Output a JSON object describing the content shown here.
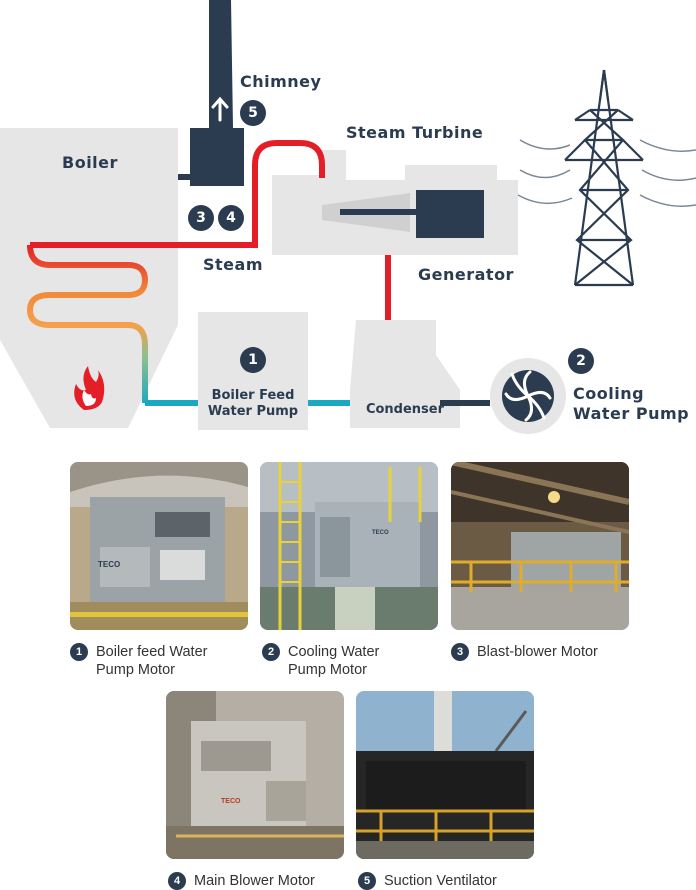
{
  "diagram": {
    "labels": {
      "chimney": "Chimney",
      "boiler": "Boiler",
      "steam_turbine": "Steam Turbine",
      "steam": "Steam",
      "generator": "Generator",
      "boiler_feed_water_pump": "Boiler Feed\nWater Pump",
      "condenser": "Condenser",
      "cooling_water_pump": "Cooling\nWater Pump"
    },
    "badges": {
      "chimney": "5",
      "steam_3": "3",
      "steam_4": "4",
      "boiler_feed": "1",
      "cooling": "2"
    },
    "colors": {
      "navy": "#2b3c51",
      "grey": "#e6e6e6",
      "red": "#e41e26",
      "teal": "#1ba8c1",
      "orange": "#f08a3c",
      "green": "#8cc08e"
    }
  },
  "photos": [
    {
      "number": "1",
      "caption": "Boiler feed Water\nPump Motor",
      "icon": "motor-photo"
    },
    {
      "number": "2",
      "caption": "Cooling Water\nPump Motor",
      "icon": "motor-photo"
    },
    {
      "number": "3",
      "caption": "Blast-blower Motor",
      "icon": "motor-photo"
    },
    {
      "number": "4",
      "caption": "Main Blower Motor",
      "icon": "motor-photo"
    },
    {
      "number": "5",
      "caption": "Suction Ventilator",
      "icon": "ventilator-photo"
    }
  ],
  "brand_marking": "TECO"
}
